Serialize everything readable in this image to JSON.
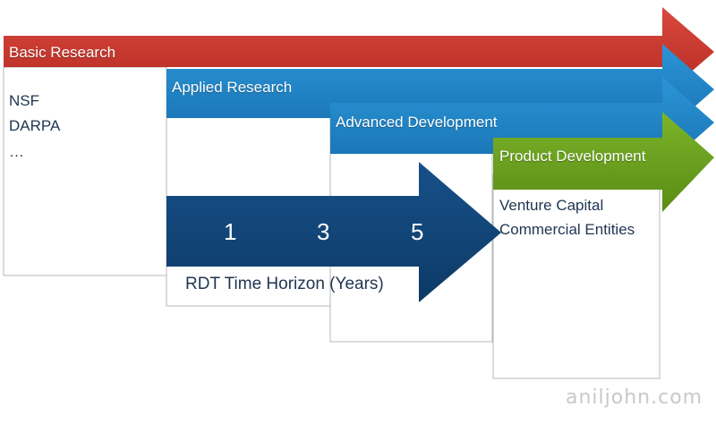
{
  "stages": [
    {
      "key": "basic",
      "label": "Basic Research",
      "color": "#c8352b",
      "items": [
        "NSF",
        "DARPA",
        "…"
      ]
    },
    {
      "key": "applied",
      "label": "Applied Research",
      "color": "#1f86c8",
      "items": []
    },
    {
      "key": "advanced",
      "label": "Advanced Development",
      "color": "#1f86c8",
      "items": []
    },
    {
      "key": "product",
      "label": "Product Development",
      "color": "#6a9f1e",
      "items": [
        "Venture Capital",
        "Commercial Entities"
      ]
    }
  ],
  "timeline": {
    "numbers": [
      "1",
      "3",
      "5"
    ],
    "label": "RDT Time Horizon (Years)",
    "color": "#0f4273"
  },
  "watermark": "aniljohn.com"
}
